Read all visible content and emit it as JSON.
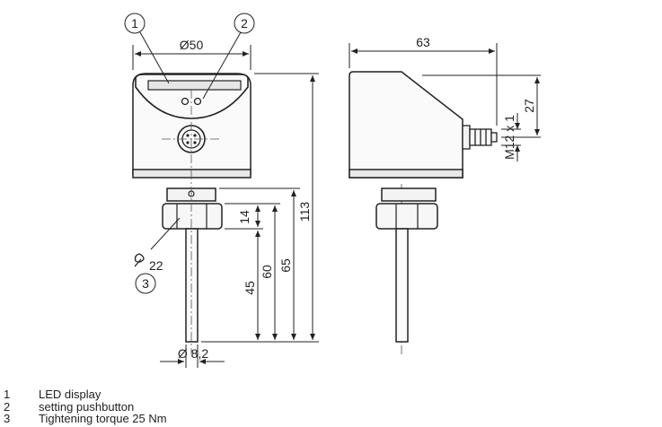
{
  "dimensions": {
    "body_diameter": "Ø50",
    "total_width": "63",
    "connector_offset": "27",
    "connector_thread": "M12 x 1",
    "total_height": "113",
    "height_65": "65",
    "height_60": "60",
    "nut_height": "14",
    "probe_length": "45",
    "probe_diameter": "Ø 8,2",
    "wrench_size": "22"
  },
  "callouts": [
    {
      "number": "1",
      "description": "LED display"
    },
    {
      "number": "2",
      "description": "setting pushbutton"
    },
    {
      "number": "3",
      "description": "Tightening torque 25 Nm"
    }
  ]
}
